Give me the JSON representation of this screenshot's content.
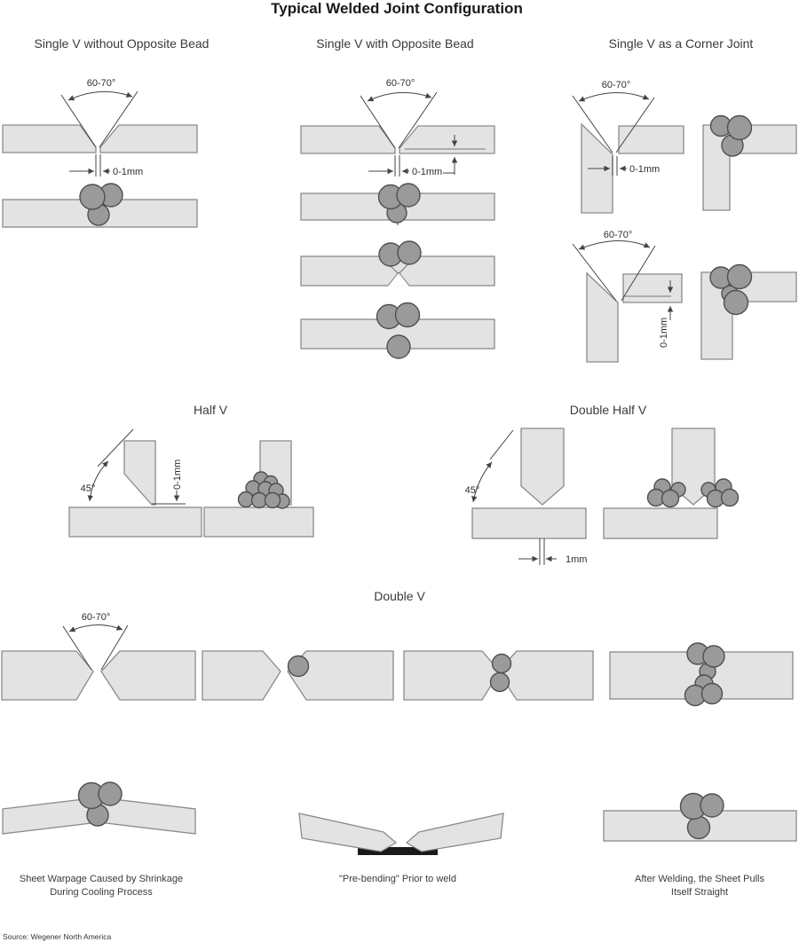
{
  "title": "Typical Welded Joint Configuration",
  "sections": {
    "single_v_without": {
      "heading": "Single V without Opposite Bead",
      "angle": "60-70°",
      "gap": "0-1mm"
    },
    "single_v_with": {
      "heading": "Single V with Opposite Bead",
      "angle": "60-70°",
      "gap": "0-1mm"
    },
    "corner": {
      "heading": "Single V as a Corner Joint",
      "angle_top": "60-70°",
      "gap_top": "0-1mm",
      "angle_bottom": "60-70°",
      "gap_bottom": "0-1mm"
    },
    "half_v": {
      "heading": "Half V",
      "angle": "45°",
      "gap": "0-1mm"
    },
    "double_half_v": {
      "heading": "Double Half V",
      "angle": "45°",
      "root_gap": "1mm"
    },
    "double_v": {
      "heading": "Double V",
      "angle": "60-70°"
    }
  },
  "bottom": {
    "warpage_line1": "Sheet Warpage Caused by Shrinkage",
    "warpage_line2": "During Cooling Process",
    "prebending_caption": "\"Pre-bending\" Prior to weld",
    "after_line1": "After Welding, the Sheet Pulls",
    "after_line2": "Itself Straight"
  },
  "source_note": "Source: Wegener North America",
  "colors": {
    "background": "#ffffff",
    "plate_fill": "#e3e3e3",
    "plate_stroke": "#8a8a8a",
    "bead_fill": "#9a9a9a",
    "bead_stroke": "#4f4f4f",
    "line": "#444444",
    "text": "#2f2f2f",
    "support_bar": "#1a1a1a"
  }
}
